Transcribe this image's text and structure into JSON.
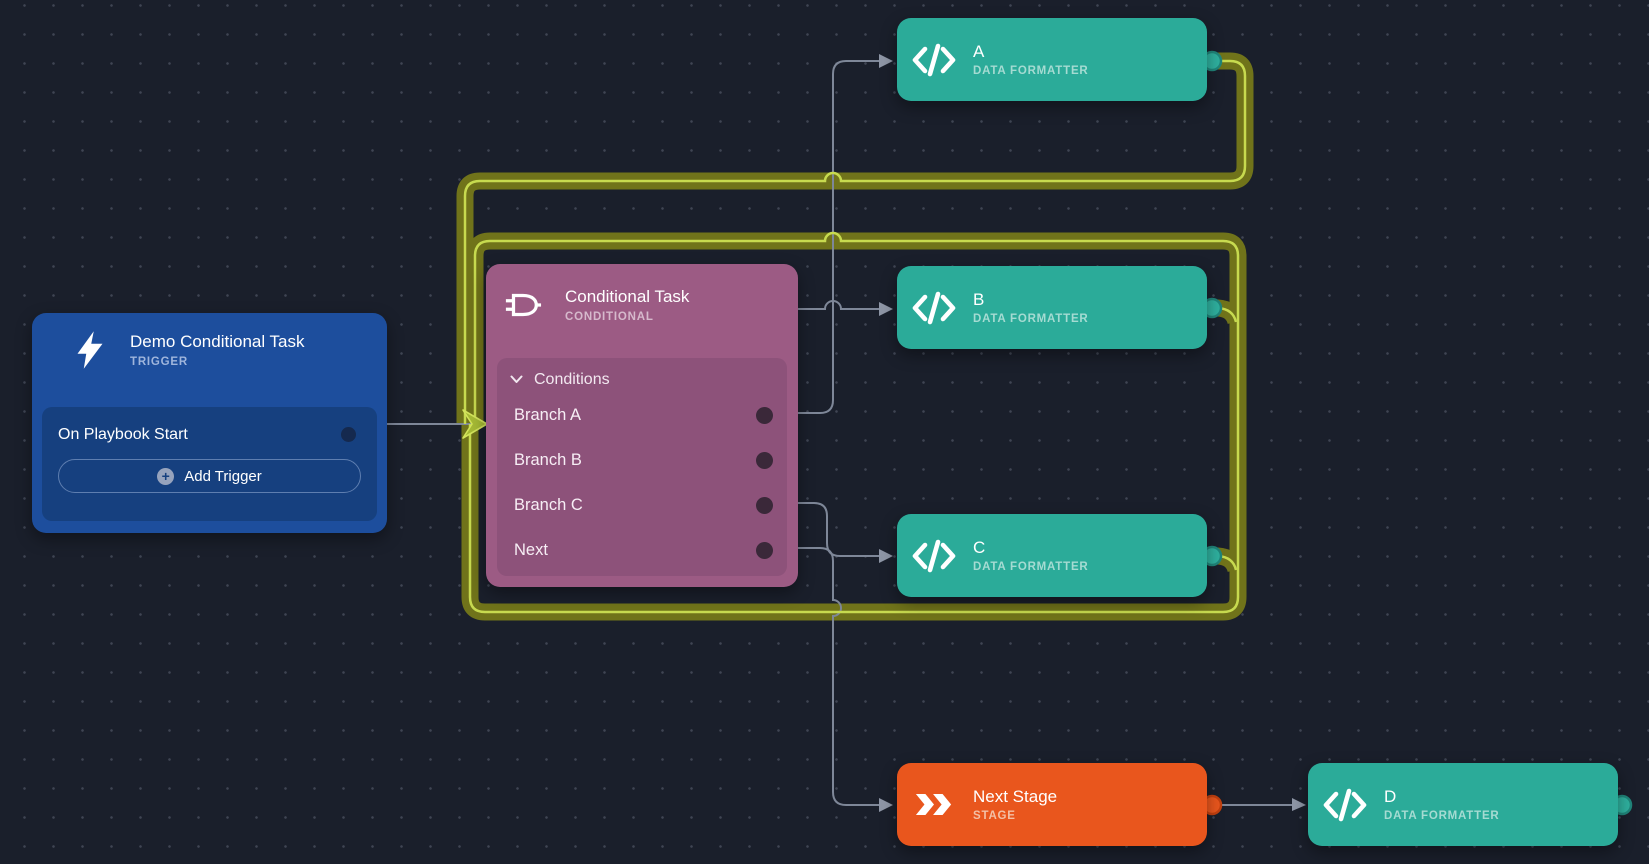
{
  "app": {
    "view": "playbook-workflow-canvas"
  },
  "colors": {
    "canvas_background": "#1a1f2b",
    "grid_dot": "#3f4553",
    "trigger_blue": "#1d4e9d",
    "trigger_panel_blue": "#16407f",
    "conditional_purple": "#9c5b84",
    "conditional_panel_purple": "#8d527a",
    "formatter_teal": "#2bab99",
    "stage_orange": "#e9561d",
    "edge_gray": "#7e8798",
    "selected_edge_olive": "#70731a",
    "selected_edge_highlight": "#c7da4f"
  },
  "nodes": {
    "trigger": {
      "title": "Demo Conditional Task",
      "type_label": "TRIGGER",
      "icon": "lightning-bolt-icon",
      "trigger_row": "On Playbook Start",
      "add_button": "Add Trigger",
      "plus_glyph": "+"
    },
    "conditional": {
      "title": "Conditional Task",
      "type_label": "CONDITIONAL",
      "icon": "logic-gate-icon",
      "section": "Conditions",
      "branches": [
        {
          "label": "Branch A"
        },
        {
          "label": "Branch B"
        },
        {
          "label": "Branch C"
        },
        {
          "label": "Next"
        }
      ]
    },
    "formatter_a": {
      "title": "A",
      "type_label": "DATA FORMATTER",
      "icon": "code-icon"
    },
    "formatter_b": {
      "title": "B",
      "type_label": "DATA FORMATTER",
      "icon": "code-icon"
    },
    "formatter_c": {
      "title": "C",
      "type_label": "DATA FORMATTER",
      "icon": "code-icon"
    },
    "formatter_d": {
      "title": "D",
      "type_label": "DATA FORMATTER",
      "icon": "code-icon"
    },
    "next_stage": {
      "title": "Next Stage",
      "type_label": "STAGE",
      "icon": "stage-chevrons-icon"
    }
  }
}
